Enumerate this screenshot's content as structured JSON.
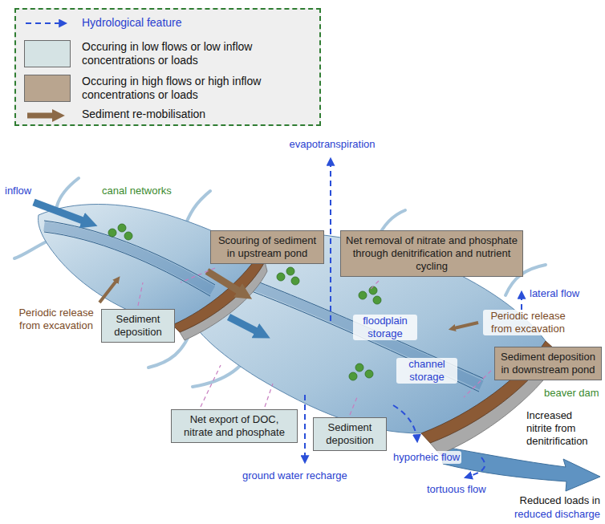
{
  "diagram": {
    "nodes": [
      {
        "text": [
          "Scouring of sediment in upstream pond"
        ]
      },
      {
        "text": [
          "Net removal of nitrate and phosphate through denitrification and nutrient cycling"
        ]
      },
      {
        "text": [
          "Sediment deposition"
        ]
      },
      {
        "text": [
          "Sediment deposition in downstream pond"
        ]
      },
      {
        "text": [
          "Net export of DOC, nitrate and phosphate"
        ]
      },
      {
        "text": [
          "Sediment deposition"
        ]
      }
    ],
    "labels": [
      "evapotranspiration",
      "inflow",
      "canal networks",
      "Periodic release from excavation",
      "lateral flow",
      "floodplain storage",
      "Periodic release from excavation",
      "channel storage",
      "beaver dam",
      "Increased nitrite from denitrification",
      "hyporheic flow",
      "ground water recharge",
      "tortuous flow",
      "Reduced loads in",
      "reduced discharge"
    ],
    "legend": [
      {
        "text": "Hydrological feature"
      },
      {
        "text": "Occuring in low flows or low inflow concentrations or loads",
        "color": "#d5e3e4"
      },
      {
        "text": "Occuring in high flows or high inflow concentrations or loads",
        "color": "#b9a58f"
      },
      {
        "text": "Sediment re-mobilisation"
      }
    ]
  }
}
